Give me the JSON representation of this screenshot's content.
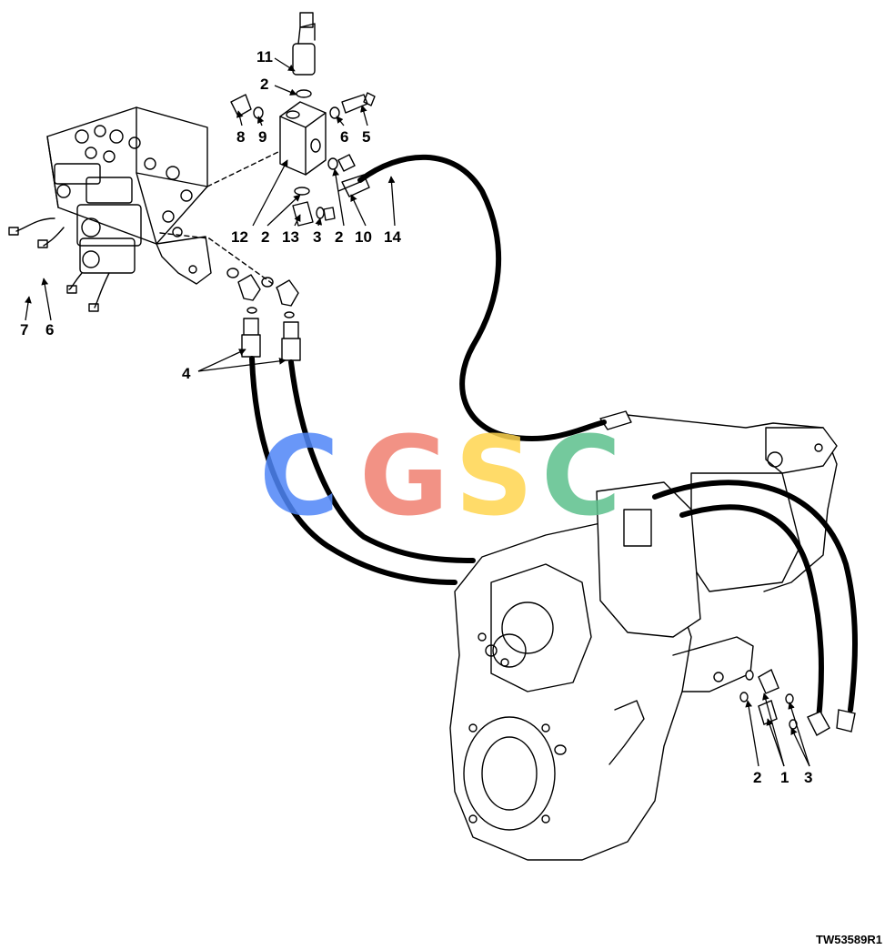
{
  "figure_id": "TW53589R1",
  "callouts": [
    "11",
    "2",
    "8",
    "9",
    "6",
    "5",
    "12",
    "2",
    "13",
    "3",
    "2",
    "10",
    "14",
    "7",
    "6",
    "4",
    "2",
    "1",
    "3"
  ],
  "watermark": {
    "letters": [
      "C",
      "G",
      "S",
      "C"
    ],
    "colors": [
      "#4f86f7",
      "#f08070",
      "#ffd54f",
      "#5cc08c"
    ]
  },
  "colors": {
    "line": "#000000",
    "hose": "#000000",
    "background": "#ffffff"
  }
}
